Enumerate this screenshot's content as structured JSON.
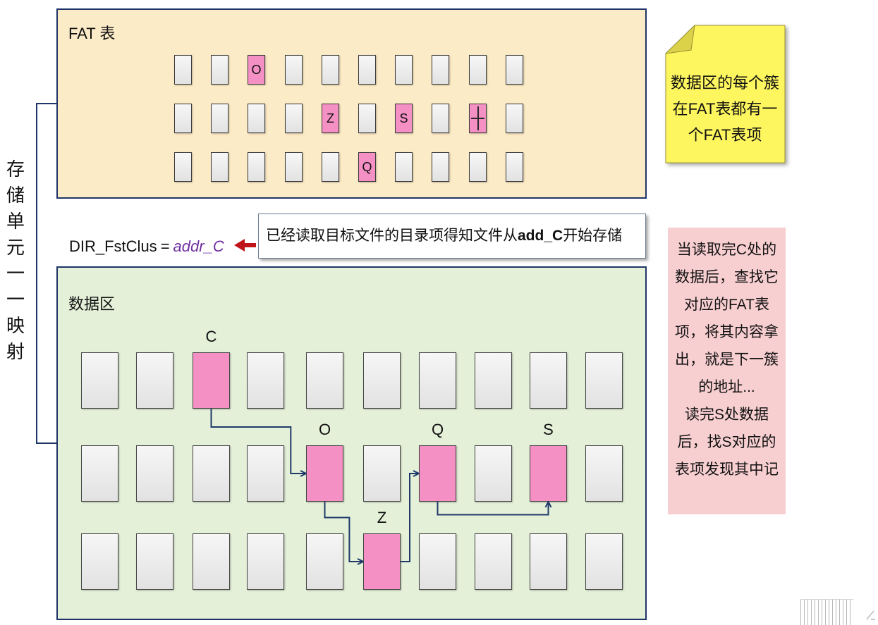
{
  "mapping_label": "存储单元一一映射",
  "fat_table": {
    "title": "FAT 表",
    "rows": [
      [
        null,
        null,
        {
          "label": "O"
        },
        null,
        null,
        null,
        null,
        null,
        null,
        null
      ],
      [
        null,
        null,
        null,
        null,
        {
          "label": "Z"
        },
        null,
        {
          "label": "S"
        },
        null,
        {
          "icon": "end-of-chain-icon"
        },
        null
      ],
      [
        null,
        null,
        null,
        null,
        null,
        {
          "label": "Q"
        },
        null,
        null,
        null,
        null
      ]
    ]
  },
  "note": {
    "lines": [
      "数据区的每个簇",
      "在FAT表都有一",
      "个FAT表项"
    ]
  },
  "dir_entry": {
    "field": "DIR_FstClus",
    "operator": "=",
    "value": "addr_C"
  },
  "callout": {
    "text_before": "已经读取目标文件的目录项得知文件从",
    "text_bold": "add_C",
    "text_after": "开始存储"
  },
  "data_area": {
    "title": "数据区",
    "rows": [
      [
        null,
        null,
        {
          "label": "C"
        },
        null,
        null,
        null,
        null,
        null,
        null,
        null
      ],
      [
        null,
        null,
        null,
        null,
        {
          "label": "O"
        },
        null,
        {
          "label": "Q"
        },
        null,
        {
          "label": "S"
        },
        null
      ],
      [
        null,
        null,
        null,
        null,
        null,
        {
          "label": "Z"
        },
        null,
        null,
        null,
        null
      ]
    ],
    "chain": [
      "C",
      "O",
      "Z",
      "Q",
      "S"
    ]
  },
  "explanation": {
    "lines": [
      "当读取完C处的",
      "数据后，查找它",
      "对应的FAT表",
      "项，将其内容拿",
      "出，就是下一簇",
      "的地址...",
      "读完S处数据",
      "后，找S对应的",
      "表项发现其中记"
    ]
  },
  "colors": {
    "fat_background": "#FCEBC7",
    "data_background": "#E4F0D8",
    "panel_border": "#1F3568",
    "highlight": "#F590C4",
    "note_background": "#FEF65F",
    "explanation_background": "#F8CFD1",
    "address_value": "#7030A0",
    "pointer_arrow": "#C0141B",
    "chain_arrow": "#1F3A6A"
  }
}
